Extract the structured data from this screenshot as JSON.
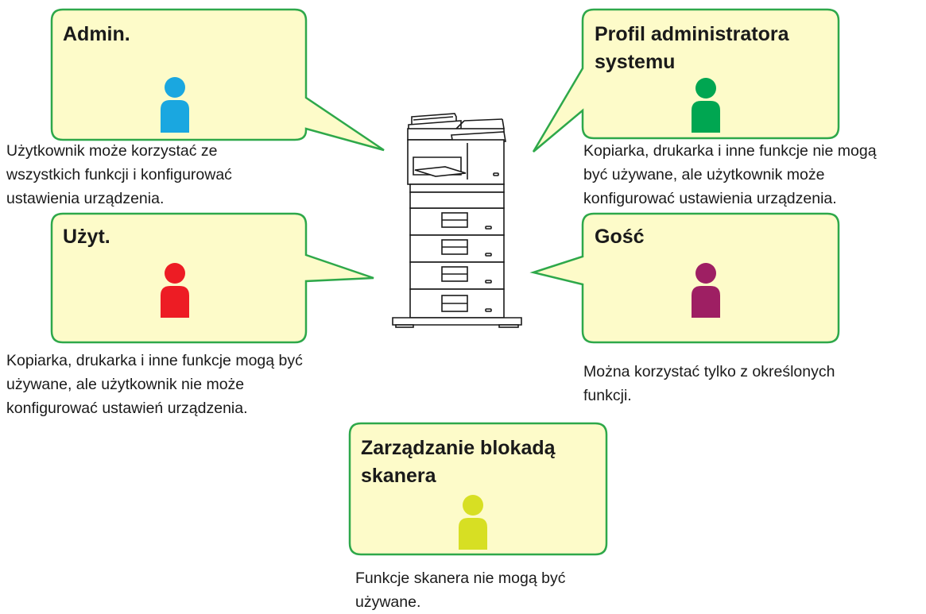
{
  "roles": {
    "admin": {
      "title": [
        "Admin."
      ],
      "description": [
        "Użytkownik może korzystać ze",
        "wszystkich funkcji i konfigurować",
        "ustawienia urządzenia."
      ],
      "color": "#1aa7e0"
    },
    "sysadmin": {
      "title": [
        "Profil administratora",
        "systemu"
      ],
      "description": [
        "Kopiarka, drukarka i inne funkcje nie mogą",
        "być używane, ale użytkownik może",
        "konfigurować ustawienia urządzenia."
      ],
      "color": "#00a651"
    },
    "user": {
      "title": [
        "Użyt."
      ],
      "description": [
        "Kopiarka, drukarka i inne funkcje mogą być",
        "używane, ale użytkownik nie może",
        "konfigurować ustawień urządzenia."
      ],
      "color": "#ed1c24"
    },
    "guest": {
      "title": [
        "Gość"
      ],
      "description": [
        "Można korzystać tylko z określonych",
        "funkcji."
      ],
      "color": "#9e1f63"
    },
    "scanlock": {
      "title": [
        "Zarządzanie blokadą",
        "skanera"
      ],
      "description": [
        "Funkcje skanera nie mogą być",
        "używane."
      ],
      "color": "#d7df23"
    }
  },
  "colors": {
    "bubble_fill": "#fdfbc9",
    "bubble_stroke": "#2ea84a"
  }
}
